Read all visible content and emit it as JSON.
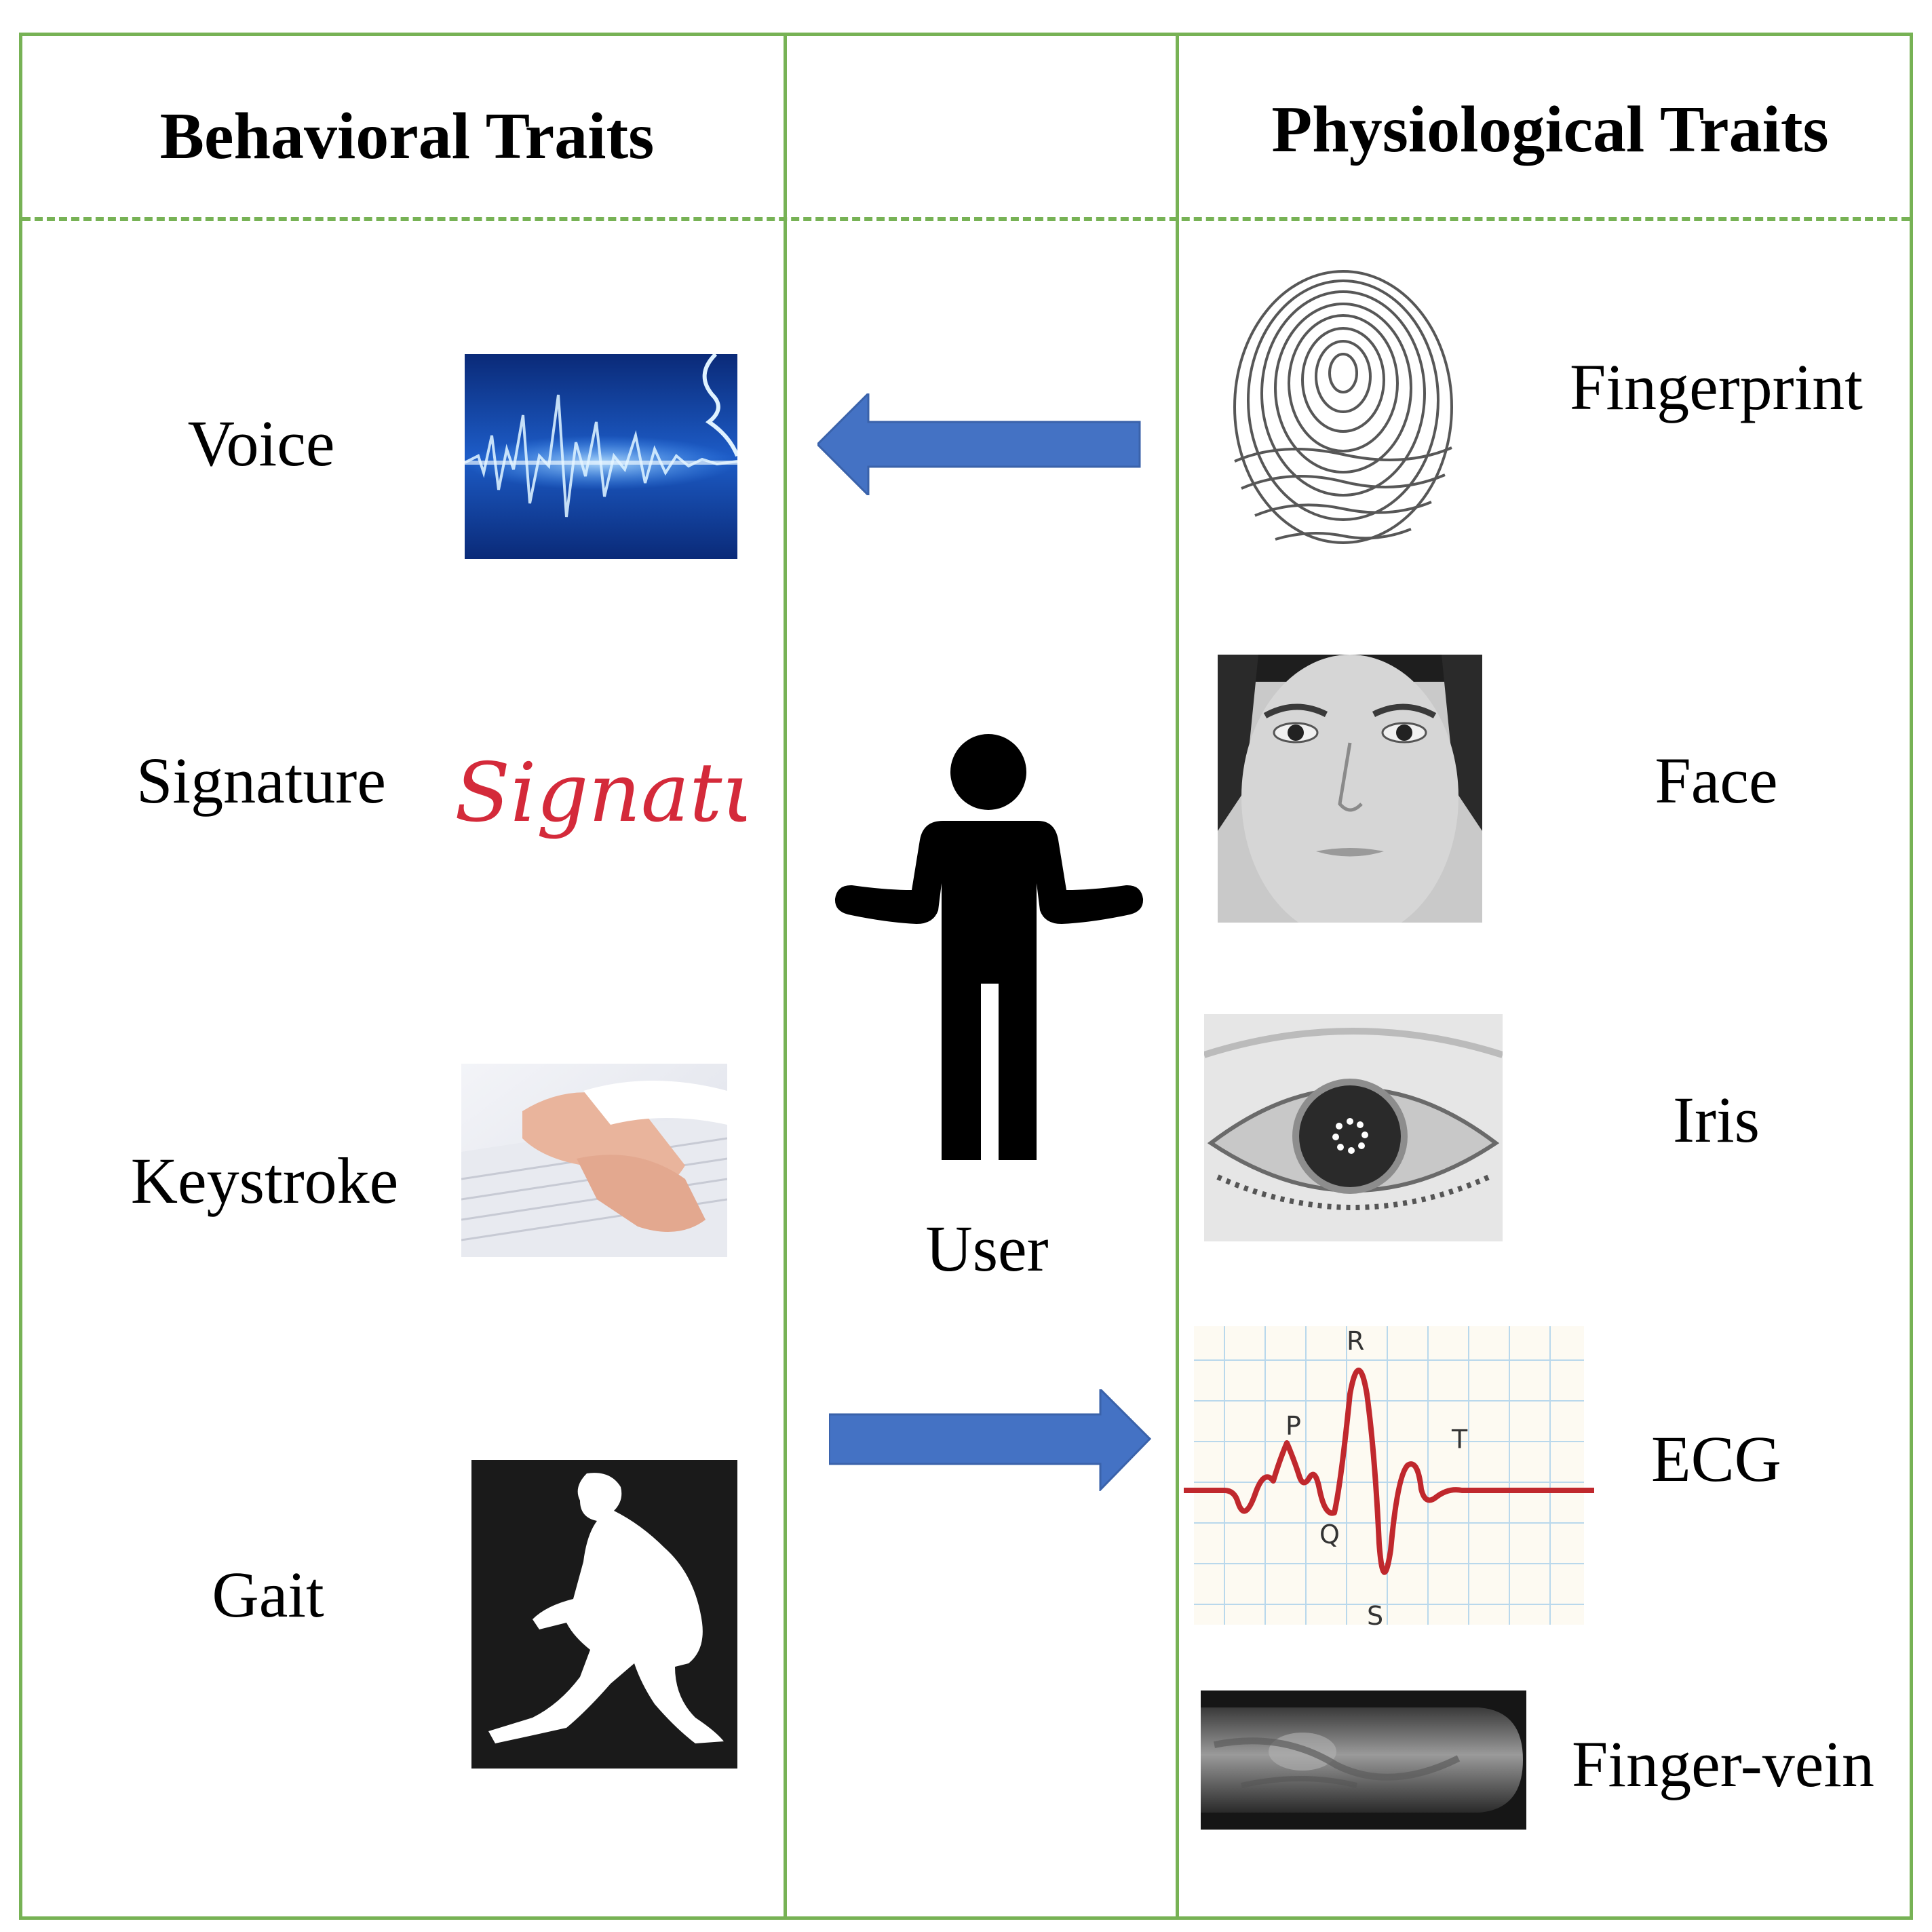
{
  "headers": {
    "behavioral": "Behavioral Traits",
    "physiological": "Physiological Traits"
  },
  "user_label": "User",
  "behavioral_traits": [
    "Voice",
    "Signature",
    "Keystroke",
    "Gait"
  ],
  "physiological_traits": [
    "Fingerprint",
    "Face",
    "Iris",
    "ECG",
    "Finger-vein"
  ],
  "signature_image_text": "Signature",
  "ecg_wave_labels": [
    "P",
    "Q",
    "R",
    "S",
    "T"
  ],
  "colors": {
    "border": "#77b255",
    "arrow": "#4472c4",
    "ecg_line": "#c0282d",
    "signature_ink": "#d42a3a"
  }
}
